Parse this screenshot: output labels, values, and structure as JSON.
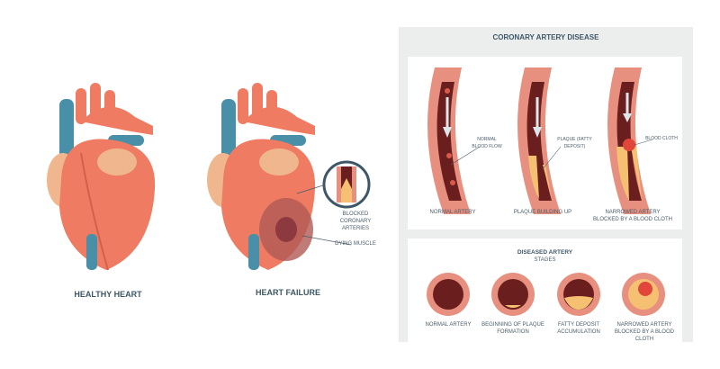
{
  "left": {
    "healthy_heart_label": "HEALTHY HEART",
    "heart_failure_label": "HEART FAILURE",
    "blocked_arteries_label": "BLOCKED CORONARY ARTERIES",
    "dying_muscle_label": "DYING MUSCLE"
  },
  "panel": {
    "title": "CORONARY ARTERY DISEASE",
    "arteries": [
      {
        "caption": "NORMAL ARTERY",
        "callout": "NORMAL BLOOD FLOW"
      },
      {
        "caption": "PLAQUE BUILDING UP",
        "callout": "PLAQUE (FATTY DEPOSIT)"
      },
      {
        "caption": "NARROWED ARTERY BLOCKED BY A BLOOD CLOTH",
        "callout": "BLOOD CLOTH"
      }
    ],
    "stages_title": "DISEASED ARTERY",
    "stages_subtitle": "STAGES",
    "stages": [
      "NORMAL ARTERY",
      "BEGINNING OF PLAQUE FORMATION",
      "FATTY DEPOSIT ACCUMULATION",
      "NARROWED ARTERY BLOCKED BY A BLOOD CLOTH"
    ]
  },
  "colors": {
    "artery_wall": "#e8907f",
    "blood": "#6b1e1e",
    "plaque": "#f5c072",
    "heart": "#ee7b62",
    "vein": "#4a8fa8",
    "panel_bg": "#eceeee",
    "text": "#4a5d6b"
  }
}
